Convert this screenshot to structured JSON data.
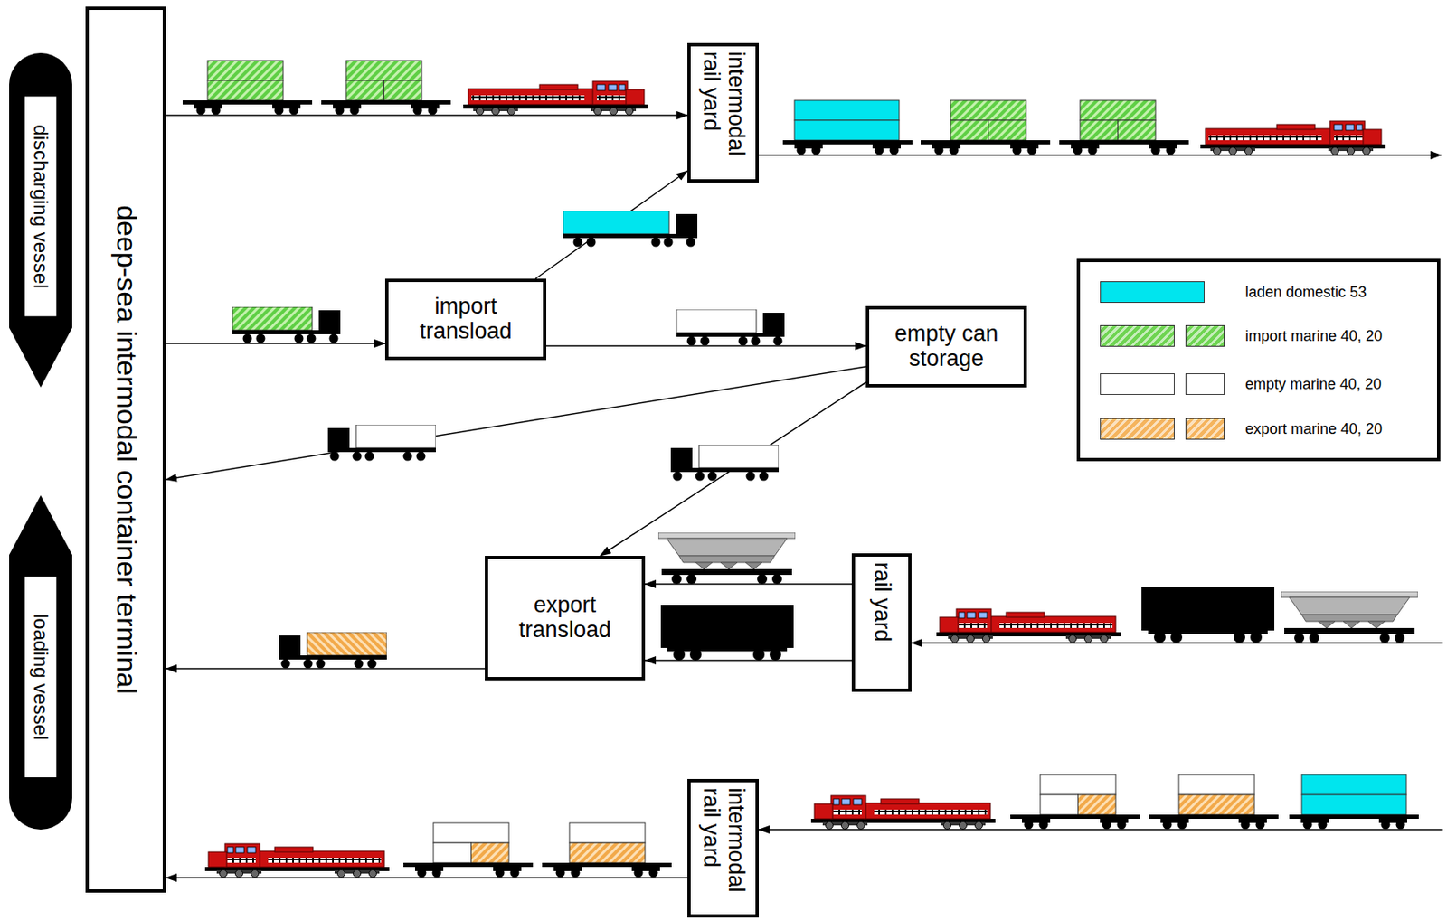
{
  "diagram": {
    "nodes": [
      {
        "text": [
          "deep-sea intermodal container terminal"
        ]
      },
      {
        "text": [
          "discharging vessel"
        ]
      },
      {
        "text": [
          "loading vessel"
        ]
      },
      {
        "text": [
          "intermodal rail yard"
        ]
      },
      {
        "text": [
          "import transload"
        ]
      },
      {
        "text": [
          "empty can storage"
        ]
      },
      {
        "text": [
          "export transload"
        ]
      },
      {
        "text": [
          "rail yard"
        ]
      },
      {
        "text": [
          "intermodal rail yard"
        ]
      }
    ],
    "edges": [
      {
        "from": 0,
        "to": 3,
        "arrow": "to"
      },
      {
        "from": 0,
        "to": 4,
        "arrow": "to"
      },
      {
        "from": 4,
        "to": 3,
        "arrow": "to"
      },
      {
        "from": 4,
        "to": 5,
        "arrow": "to"
      },
      {
        "from": 5,
        "to": 0,
        "arrow": "to"
      },
      {
        "from": 5,
        "to": 6,
        "arrow": "to"
      },
      {
        "from": 7,
        "to": 6,
        "arrow": "to"
      },
      {
        "from": 7,
        "to": 6,
        "arrow": "to"
      },
      {
        "from": 6,
        "to": 0,
        "arrow": "to"
      },
      {
        "from": 8,
        "to": 0,
        "arrow": "to"
      }
    ],
    "legend": [
      {
        "text": "laden domestic 53",
        "color": "#00e5ee"
      },
      {
        "text": "import marine 40, 20",
        "color": "#6fd452"
      },
      {
        "text": "empty marine 40, 20",
        "color": "#ffffff"
      },
      {
        "text": "export marine 40, 20",
        "color": "#f5b45e"
      }
    ]
  }
}
